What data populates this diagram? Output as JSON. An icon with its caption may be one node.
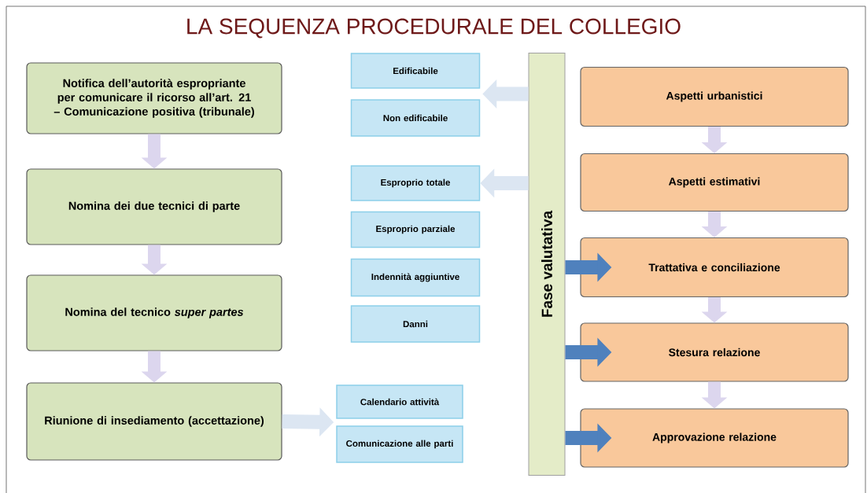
{
  "diagram": {
    "title": "LA SEQUENZA PROCEDURALE DEL COLLEGIO",
    "nodes": [
      {
        "text": [
          "Notifica dell’autorità espropriante per comunicare il ricorso all’art. 21 – Comunicazione positiva (tribunale)"
        ]
      },
      {
        "text": [
          "Nomina dei due tecnici di parte"
        ]
      },
      {
        "text": [
          "Nomina del tecnico *super partes*"
        ]
      },
      {
        "text": [
          "Riunione di insediamento (accettazione)"
        ]
      },
      {
        "text": [
          "Calendario attività"
        ]
      },
      {
        "text": [
          "Comunicazione alle parti"
        ]
      },
      {
        "text": [
          "Edificabile"
        ]
      },
      {
        "text": [
          "Non edificabile"
        ]
      },
      {
        "text": [
          "Esproprio totale"
        ]
      },
      {
        "text": [
          "Esproprio parziale"
        ]
      },
      {
        "text": [
          "Indennità aggiuntive"
        ]
      },
      {
        "text": [
          "Danni"
        ]
      },
      {
        "text": [
          "Fase valutativa"
        ]
      },
      {
        "text": [
          "Aspetti urbanistici"
        ]
      },
      {
        "text": [
          "Aspetti estimativi"
        ]
      },
      {
        "text": [
          "Trattativa e conciliazione"
        ]
      },
      {
        "text": [
          "Stesura relazione"
        ]
      },
      {
        "text": [
          "Approvazione relazione"
        ]
      }
    ],
    "edges": [
      {
        "from": 0,
        "to": 1,
        "arrow": "to"
      },
      {
        "from": 1,
        "to": 2,
        "arrow": "to"
      },
      {
        "from": 2,
        "to": 3,
        "arrow": "to"
      },
      {
        "from": 3,
        "to": 4,
        "arrow": "to",
        "color": "#dce6f2"
      },
      {
        "from": 3,
        "to": 5,
        "arrow": "to",
        "color": "#dce6f2"
      },
      {
        "from": 12,
        "to": 6,
        "arrow": "to",
        "color": "#dce6f2"
      },
      {
        "from": 12,
        "to": 7,
        "arrow": "to",
        "color": "#dce6f2"
      },
      {
        "from": 12,
        "to": 8,
        "arrow": "to",
        "color": "#dce6f2"
      },
      {
        "from": 12,
        "to": 15,
        "arrow": "to",
        "color": "#4f81bd"
      },
      {
        "from": 12,
        "to": 16,
        "arrow": "to",
        "color": "#4f81bd"
      },
      {
        "from": 12,
        "to": 17,
        "arrow": "to",
        "color": "#4f81bd"
      },
      {
        "from": 13,
        "to": 14,
        "arrow": "to"
      },
      {
        "from": 14,
        "to": 15,
        "arrow": "to"
      },
      {
        "from": 15,
        "to": 16,
        "arrow": "to"
      },
      {
        "from": 16,
        "to": 17,
        "arrow": "to"
      }
    ]
  }
}
